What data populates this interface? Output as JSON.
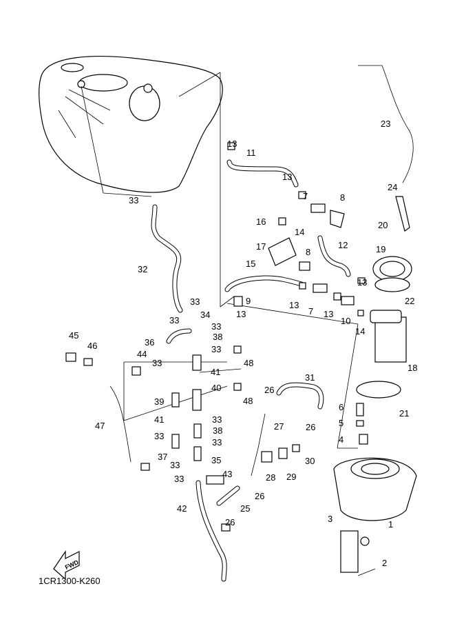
{
  "diagram_code": "1CR1300-K260",
  "fwd_label": "FWD",
  "callouts": [
    "13",
    "11",
    "13",
    "7",
    "8",
    "16",
    "14",
    "20",
    "24",
    "23",
    "19",
    "12",
    "17",
    "8",
    "15",
    "13",
    "22",
    "9",
    "13",
    "13",
    "7",
    "13",
    "10",
    "14",
    "18",
    "33",
    "32",
    "33",
    "33",
    "34",
    "33",
    "38",
    "33",
    "36",
    "45",
    "46",
    "48",
    "44",
    "33",
    "41",
    "40",
    "39",
    "48",
    "47",
    "41",
    "33",
    "38",
    "33",
    "33",
    "37",
    "33",
    "35",
    "33",
    "43",
    "42",
    "26",
    "31",
    "27",
    "26",
    "6",
    "5",
    "4",
    "21",
    "30",
    "29",
    "28",
    "26",
    "25",
    "26",
    "3",
    "1",
    "2"
  ]
}
